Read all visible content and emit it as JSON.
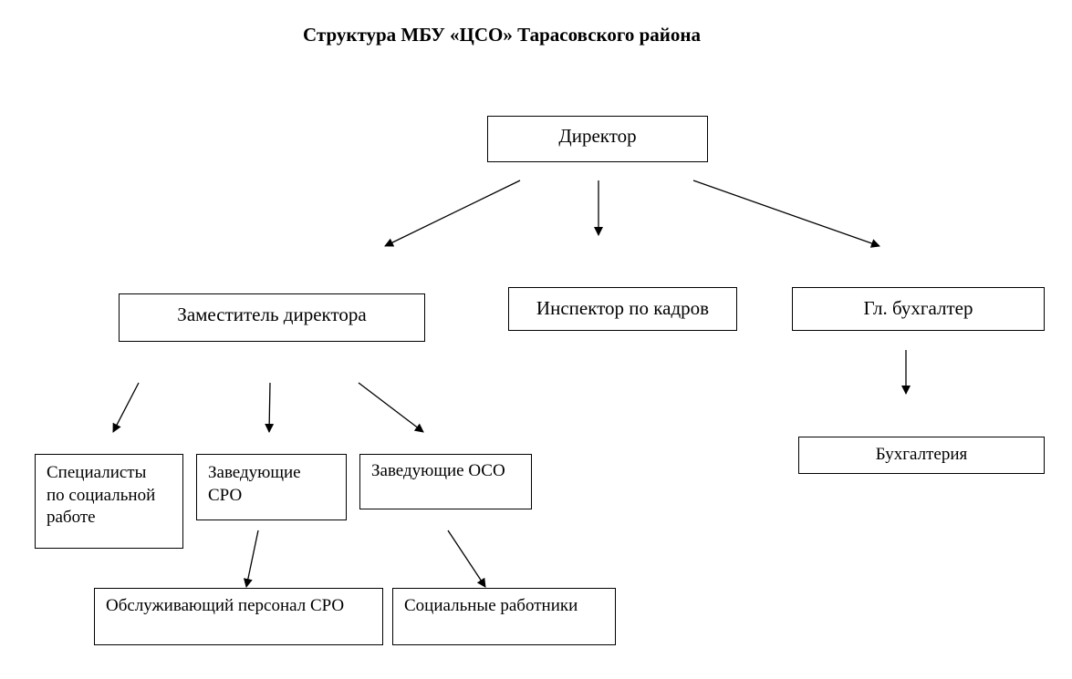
{
  "title": "Структура МБУ «ЦСО» Тарасовского района",
  "nodes": {
    "director": "Директор",
    "deputy": "Заместитель директора",
    "hr_inspector": "Инспектор по кадров",
    "chief_accountant": "Гл. бухгалтер",
    "accounting": "Бухгалтерия",
    "social_specialists": [
      "Специалисты",
      "по социальной",
      "работе"
    ],
    "sro_heads": [
      "Заведующие",
      "СРО"
    ],
    "oso_heads": "Заведующие ОСО",
    "sro_staff": "Обслуживающий персонал СРО",
    "social_workers": "Социальные работники"
  },
  "colors": {
    "line": "#000000",
    "background": "#ffffff"
  }
}
